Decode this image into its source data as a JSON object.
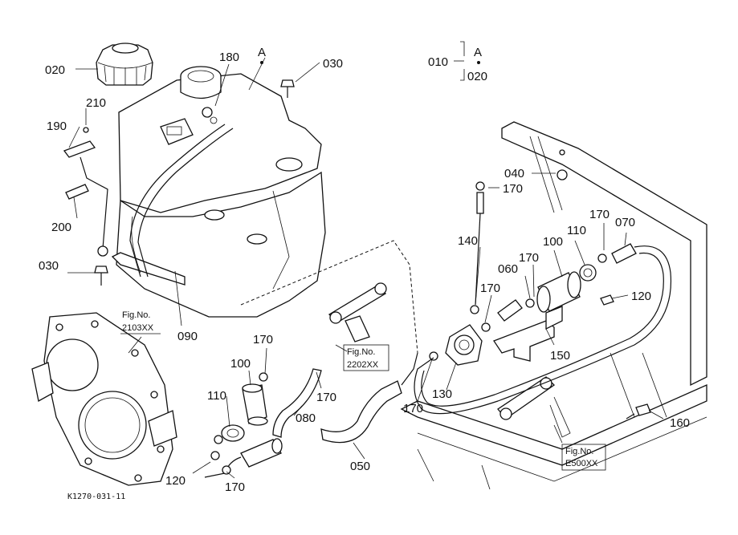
{
  "callouts": {
    "p020": "020",
    "p180": "180",
    "pA_top": "A",
    "p030_top": "030",
    "p010": "010",
    "pA_right": "A",
    "p020_right": "020",
    "p210": "210",
    "p190": "190",
    "p200": "200",
    "p040": "040",
    "p170_a": "170",
    "p170_b": "170",
    "p070": "070",
    "p140": "140",
    "p100_right": "100",
    "p110_right": "110",
    "p060": "060",
    "p170_c": "170",
    "p170_d": "170",
    "p120_right": "120",
    "p030_left": "030",
    "p090": "090",
    "p150": "150",
    "p170_e": "170",
    "p100_left": "100",
    "p130": "130",
    "p170_f": "170",
    "p110_left": "110",
    "p080": "080",
    "p160": "160",
    "p050": "050",
    "p120_left": "120",
    "p170_g": "170"
  },
  "figure_refs": {
    "ref_2103": {
      "line1": "Fig.No.",
      "line2": "2103XX"
    },
    "ref_2202": {
      "line1": "Fig.No.",
      "line2": "2202XX"
    },
    "ref_e500": {
      "line1": "Fig.No.",
      "line2": "E500XX"
    }
  },
  "drawing_code": "K1270-031-11"
}
